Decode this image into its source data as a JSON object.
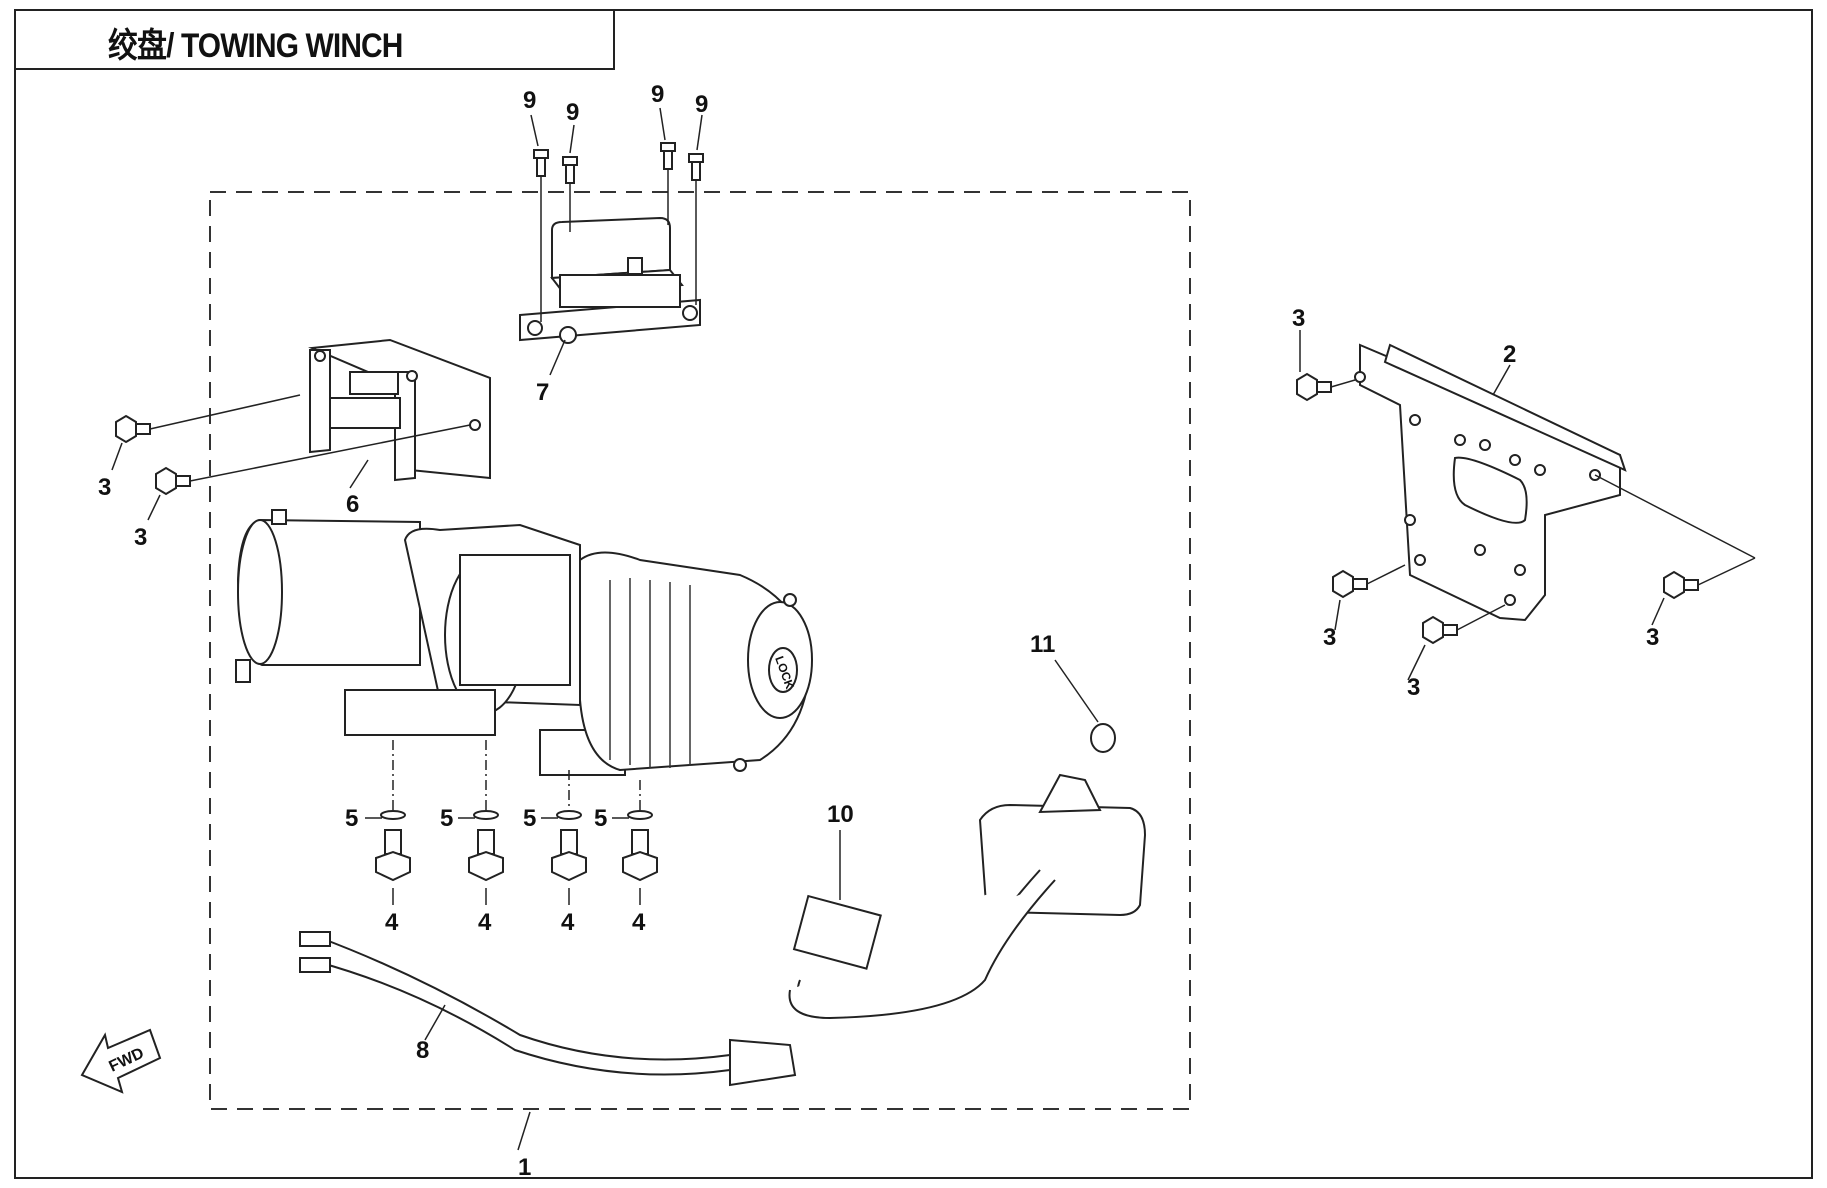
{
  "title": "绞盘/ TOWING WINCH",
  "callouts": {
    "c1": "1",
    "c2": "2",
    "c3a": "3",
    "c3b": "3",
    "c3c": "3",
    "c3d": "3",
    "c3e": "3",
    "c3f": "3",
    "c4a": "4",
    "c4b": "4",
    "c4c": "4",
    "c4d": "4",
    "c5a": "5",
    "c5b": "5",
    "c5c": "5",
    "c5d": "5",
    "c6": "6",
    "c7": "7",
    "c8": "8",
    "c9a": "9",
    "c9b": "9",
    "c9c": "9",
    "c9d": "9",
    "c10": "10",
    "c11": "11"
  },
  "fwd_label": "FWD",
  "drum_label": "LOCK"
}
